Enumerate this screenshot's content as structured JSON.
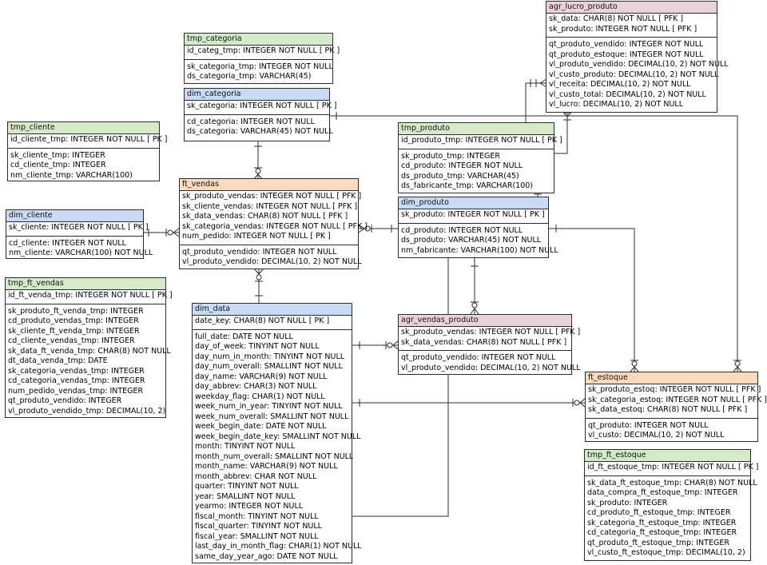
{
  "entities": {
    "agr_lucro_produto": {
      "name": "agr_lucro_produto",
      "keys": [
        "sk_data: CHAR(8)   NOT NULL  [ PFK ]",
        "sk_produto: INTEGER   NOT NULL  [ PFK ]"
      ],
      "attrs": [
        "qt_produto_vendido: INTEGER   NOT NULL",
        "qt_produto_estoque: INTEGER   NOT NULL",
        "vl_produto_vendido: DECIMAL(10, 2)   NOT NULL",
        "vl_custo_produto: DECIMAL(10, 2)   NOT NULL",
        "vl_receita: DECIMAL(10, 2)   NOT NULL",
        "vl_custo_total: DECIMAL(10, 2)   NOT NULL",
        "vl_lucro: DECIMAL(10, 2)   NOT NULL"
      ]
    },
    "tmp_categoria": {
      "name": "tmp_categoria",
      "keys": [
        "id_categ_tmp: INTEGER   NOT NULL  [ PK ]"
      ],
      "attrs": [
        "sk_categoria_tmp: INTEGER   NOT NULL",
        "ds_categoria_tmp: VARCHAR(45)"
      ]
    },
    "dim_categoria": {
      "name": "dim_categoria",
      "keys": [
        "sk_categoria: INTEGER   NOT NULL  [ PK ]"
      ],
      "attrs": [
        "cd_categoria: INTEGER   NOT NULL",
        "ds_categoria: VARCHAR(45)   NOT NULL"
      ]
    },
    "tmp_cliente": {
      "name": "tmp_cliente",
      "keys": [
        "id_cliente_tmp: INTEGER   NOT NULL  [ PK ]"
      ],
      "attrs": [
        "sk_cliente_tmp: INTEGER",
        "cd_cliente_tmp: INTEGER",
        "nm_cliente_tmp: VARCHAR(100)"
      ]
    },
    "tmp_produto": {
      "name": "tmp_produto",
      "keys": [
        "id_produto_tmp: INTEGER   NOT NULL  [ PK ]"
      ],
      "attrs": [
        "sk_produto_tmp: INTEGER",
        "cd_produto: INTEGER   NOT NULL",
        "ds_produto_tmp: VARCHAR(45)",
        "ds_fabricante_tmp: VARCHAR(100)"
      ]
    },
    "ft_vendas": {
      "name": "ft_vendas",
      "keys": [
        "sk_produto_vendas: INTEGER   NOT NULL  [ PFK ]",
        "sk_cliente_vendas: INTEGER   NOT NULL  [ PFK ]",
        "sk_data_vendas: CHAR(8)   NOT NULL  [ PFK ]",
        "sk_categoria_vendas: INTEGER   NOT NULL  [ PFK ]",
        "num_pedido: INTEGER   NOT NULL  [ PK ]"
      ],
      "attrs": [
        "qt_produto_vendido: INTEGER   NOT NULL",
        "vl_produto_vendido: DECIMAL(10, 2)   NOT NULL"
      ]
    },
    "dim_produto": {
      "name": "dim_produto",
      "keys": [
        "sk_produto: INTEGER   NOT NULL  [ PK ]"
      ],
      "attrs": [
        "cd_produto: INTEGER   NOT NULL",
        "ds_produto: VARCHAR(45)   NOT NULL",
        "nm_fabricante: VARCHAR(100)   NOT NULL"
      ]
    },
    "dim_cliente": {
      "name": "dim_cliente",
      "keys": [
        "sk_cliente: INTEGER   NOT NULL  [ PK ]"
      ],
      "attrs": [
        "cd_cliente: INTEGER   NOT NULL",
        "nm_cliente: VARCHAR(100)   NOT NULL"
      ]
    },
    "tmp_ft_vendas": {
      "name": "tmp_ft_vendas",
      "keys": [
        "id_ft_venda_tmp: INTEGER   NOT NULL  [ PK ]"
      ],
      "attrs": [
        "sk_produto_ft_venda_tmp: INTEGER",
        "cd_produto_vendas_tmp: INTEGER",
        "sk_cliente_ft_venda_tmp: INTEGER",
        "cd_cliente_vendas_tmp: INTEGER",
        "sk_data_ft_venda_tmp: CHAR(8)   NOT NULL",
        "dt_data_venda_tmp: DATE",
        "sk_categoria_vendas_tmp: INTEGER",
        "cd_categoria_vendas_tmp: INTEGER",
        "num_pedido_vendas_tmp: INTEGER",
        "qt_produto_vendido: INTEGER",
        "vl_produto_vendido_tmp: DECIMAL(10, 2)"
      ]
    },
    "dim_data": {
      "name": "dim_data",
      "keys": [
        "date_key: CHAR(8)   NOT NULL  [ PK ]"
      ],
      "attrs": [
        "full_date: DATE   NOT NULL",
        "day_of_week: TINYINT   NOT NULL",
        "day_num_in_month: TINYINT   NOT NULL",
        "day_num_overall: SMALLINT   NOT NULL",
        "day_name: VARCHAR(9)   NOT NULL",
        "day_abbrev: CHAR(3)   NOT NULL",
        "weekday_flag: CHAR(1)   NOT NULL",
        "week_num_in_year: TINYINT   NOT NULL",
        "week_num_overall: SMALLINT   NOT NULL",
        "week_begin_date: DATE   NOT NULL",
        "week_begin_date_key: SMALLINT   NOT NULL",
        "month: TINYINT   NOT NULL",
        "month_num_overall: SMALLINT   NOT NULL",
        "month_name: VARCHAR(9)   NOT NULL",
        "month_abbrev: CHAR   NOT NULL",
        "quarter: TINYINT   NOT NULL",
        "year: SMALLINT   NOT NULL",
        "yearmo: INTEGER   NOT NULL",
        "fiscal_month: TINYINT   NOT NULL",
        "fiscal_quarter: TINYINT   NOT NULL",
        "fiscal_year: SMALLINT   NOT NULL",
        "last_day_in_month_flag: CHAR(1)   NOT NULL",
        "same_day_year_ago: DATE   NOT NULL"
      ]
    },
    "agr_vendas_produto": {
      "name": "agr_vendas_produto",
      "keys": [
        "sk_produto_vendas: INTEGER   NOT NULL  [ PFK ]",
        "sk_data_vendas: CHAR(8)   NOT NULL  [ PFK ]"
      ],
      "attrs": [
        "qt_produto_vendido: INTEGER   NOT NULL",
        "vl_produto_vendido: DECIMAL(10, 2)   NOT NULL"
      ]
    },
    "ft_estoque": {
      "name": "ft_estoque",
      "keys": [
        "sk_produto_estoq: INTEGER   NOT NULL  [ PFK ]",
        "sk_categoria_estoq: INTEGER   NOT NULL  [ PFK ]",
        "sk_data_estoq: CHAR(8)   NOT NULL  [ PFK ]"
      ],
      "attrs": [
        "qt_produto: INTEGER   NOT NULL",
        "vl_custo: DECIMAL(10, 2)   NOT NULL"
      ]
    },
    "tmp_ft_estoque": {
      "name": "tmp_ft_estoque",
      "keys": [
        "id_ft_estoque_tmp: INTEGER   NOT NULL  [ PK ]"
      ],
      "attrs": [
        "sk_data_ft_estoque_tmp: CHAR(8)   NOT NULL",
        "data_compra_ft_estoque_tmp: INTEGER",
        "sk_produto: INTEGER",
        "cd_produto_ft_estoque_tmp: INTEGER",
        "sk_categoria_ft_estoque_tmp: INTEGER",
        "cd_categoria_ft_estoque_tmp: INTEGER",
        "qt_produto_ft_estoque_tmp: INTEGER",
        "vl_custo_ft_estoque_tmp: DECIMAL(10, 2)"
      ]
    }
  },
  "colors": {
    "staging_header": "#d4eac8",
    "dimension_header": "#c9daf5",
    "fact_header": "#fad9bc",
    "aggregate_header": "#ead2dd",
    "border": "#2b2b2b",
    "connector": "#2b2b2b"
  }
}
